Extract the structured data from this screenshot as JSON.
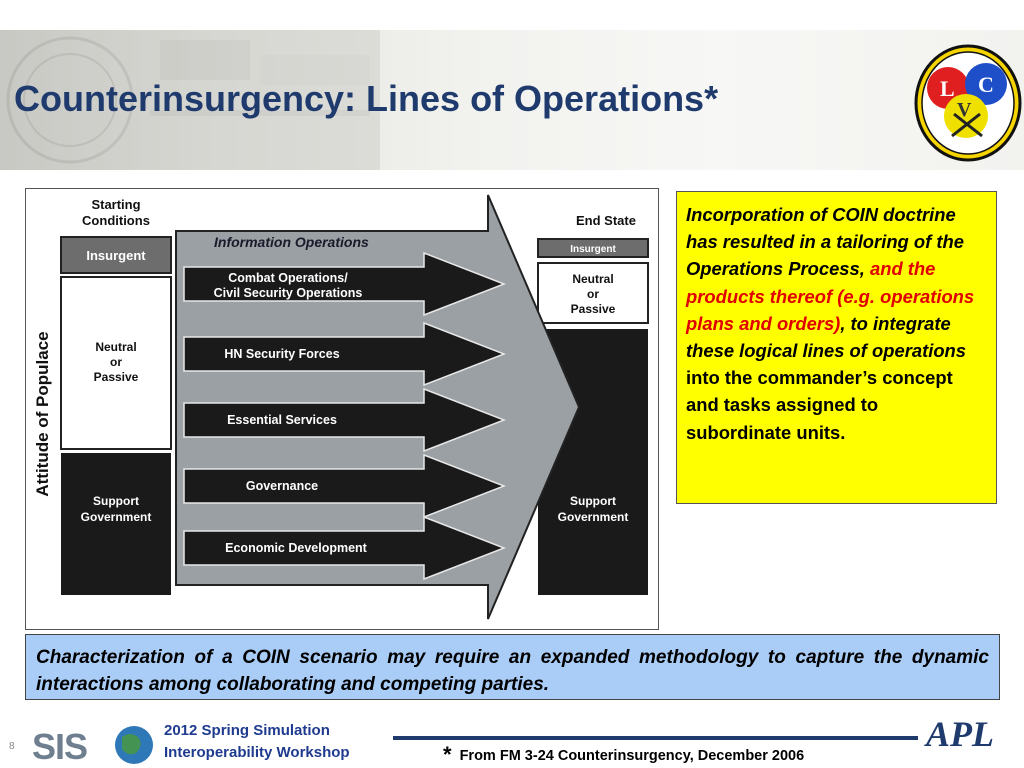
{
  "slide": {
    "title": "Counterinsurgency: Lines of Operations*",
    "page_number": "8"
  },
  "diagram": {
    "y_axis_label": "Attitude of Populace",
    "starting_conditions": {
      "heading_line1": "Starting",
      "heading_line2": "Conditions",
      "insurgent": "Insurgent",
      "neutral_line1": "Neutral",
      "neutral_line2": "or",
      "neutral_line3": "Passive",
      "support_line1": "Support",
      "support_line2": "Government"
    },
    "end_state": {
      "heading": "End State",
      "insurgent": "Insurgent",
      "neutral_line1": "Neutral",
      "neutral_line2": "or",
      "neutral_line3": "Passive",
      "support_line1": "Support",
      "support_line2": "Government"
    },
    "information_operations": "Information Operations",
    "lines_of_operation": [
      {
        "line1": "Combat Operations/",
        "line2": "Civil Security Operations"
      },
      {
        "line1": "HN Security Forces",
        "line2": ""
      },
      {
        "line1": "Essential Services",
        "line2": ""
      },
      {
        "line1": "Governance",
        "line2": ""
      },
      {
        "line1": "Economic Development",
        "line2": ""
      }
    ]
  },
  "callout": {
    "part1": "Incorporation of COIN doctrine has resulted in a tailoring of the Operations Process",
    "comma1": ",",
    "part_red": " and the products thereof (e.g. operations plans and orders)",
    "comma2": ",",
    "part2": " to integrate these logical lines of operations",
    "part3": " into the commander’s concept and tasks assigned to subordinate units."
  },
  "characterization": {
    "text": "Characterization of a COIN scenario may require an expanded methodology to capture the dynamic interactions among collaborating and competing parties."
  },
  "footer": {
    "workshop_line1": "2012 Spring Simulation",
    "workshop_line2": "Interoperability Workshop",
    "star": "*",
    "source": "From FM 3-24 Counterinsurgency, December 2006",
    "siso_logo_text": "SIS",
    "apl_logo_text": "APL"
  },
  "logo": {
    "letters": [
      "L",
      "C",
      "V"
    ],
    "colors": [
      "#e02020",
      "#1e4fc9",
      "#f0e000",
      "#1a1a1a"
    ]
  },
  "colors": {
    "title": "#1f3b6e",
    "callout_bg": "#ffff00",
    "callout_red": "#e00000",
    "characterization_bg": "#a9cdf7",
    "arrow_gray": "#9aa0a4",
    "dark_block": "#1a1a1a"
  }
}
